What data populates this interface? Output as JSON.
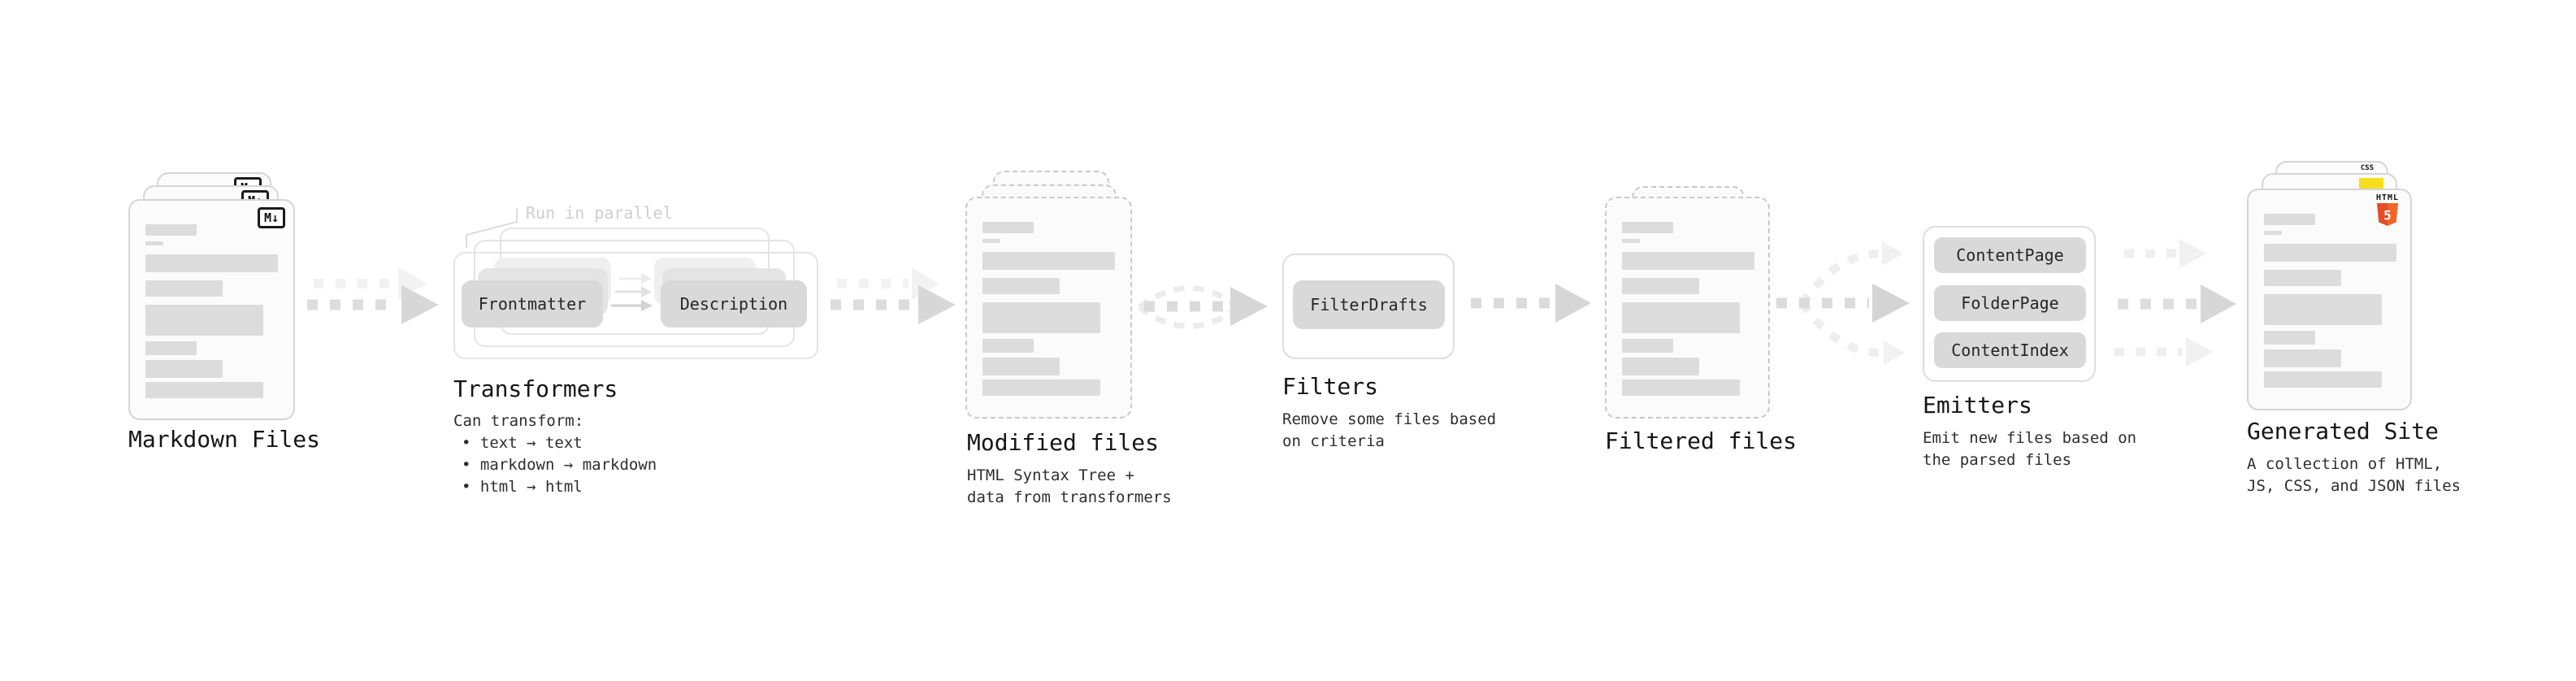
{
  "diagram": {
    "markdown_files": {
      "title": "Markdown Files",
      "badge": "M↓"
    },
    "transformers": {
      "annotation": "Run in parallel",
      "transformer_boxes": [
        "Frontmatter",
        "Description"
      ],
      "title": "Transformers",
      "description_heading": "Can transform:",
      "capabilities": [
        "• text → text",
        "• markdown → markdown",
        "• html → html"
      ]
    },
    "modified_files": {
      "title": "Modified files",
      "description_lines": [
        "HTML Syntax Tree +",
        "data from transformers"
      ]
    },
    "filters": {
      "title": "Filters",
      "filter_boxes": [
        "FilterDrafts"
      ],
      "description_lines": [
        "Remove some files based",
        "on criteria"
      ]
    },
    "filtered_files": {
      "title": "Filtered files"
    },
    "emitters": {
      "title": "Emitters",
      "emitter_boxes": [
        "ContentPage",
        "FolderPage",
        "ContentIndex"
      ],
      "description_lines": [
        "Emit new files based on",
        "the parsed files"
      ]
    },
    "generated_site": {
      "title": "Generated Site",
      "description_lines": [
        "A collection of HTML,",
        "JS, CSS, and JSON files"
      ],
      "badges": {
        "html5_label": "HTML",
        "html5_number": "5",
        "css_label": "CSS"
      }
    }
  },
  "colors": {
    "html5_orange": "#e44d26",
    "js_yellow": "#f7df1e",
    "css_blue": "#2965f1"
  }
}
